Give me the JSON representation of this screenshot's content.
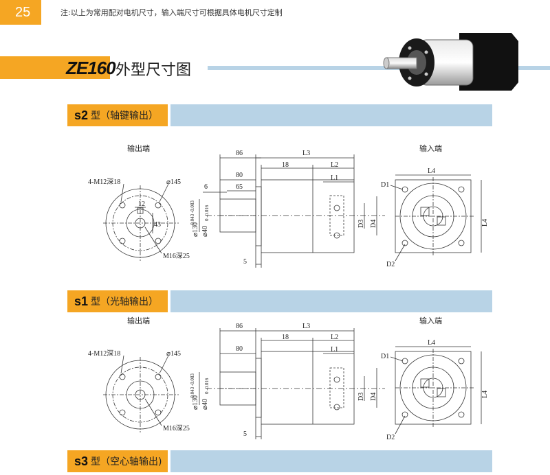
{
  "page_number": "25",
  "note": "注:以上为常用配对电机尺寸，输入端尺寸可根据具体电机尺寸定制",
  "title": {
    "model": "ZE160",
    "text": "外型尺寸图"
  },
  "sections": [
    {
      "code": "s2",
      "name": "型（轴键输出）"
    },
    {
      "code": "s1",
      "name": "型（光轴输出）"
    },
    {
      "code": "s3",
      "name": "型（空心轴输出)"
    }
  ],
  "labels": {
    "output_end": "输出端",
    "input_end": "输入端"
  },
  "dims": {
    "tap_holes": "4-M12深18",
    "pcd": "⌀145",
    "key_width": "12",
    "key_height": "43",
    "thread_hole": "M16深25",
    "len_86": "86",
    "len_80": "80",
    "len_65": "65",
    "len_6": "6",
    "len_5": "5",
    "len_18": "18",
    "L3": "L3",
    "L2": "L2",
    "L1": "L1",
    "L4": "L4",
    "D1": "D1",
    "D2": "D2",
    "D3": "D3",
    "D4": "D4",
    "pilot_dia": "⌀130",
    "pilot_tol": "-0.043 -0.083",
    "shaft_dia": "⌀40",
    "shaft_tol": "0 -0.016"
  }
}
